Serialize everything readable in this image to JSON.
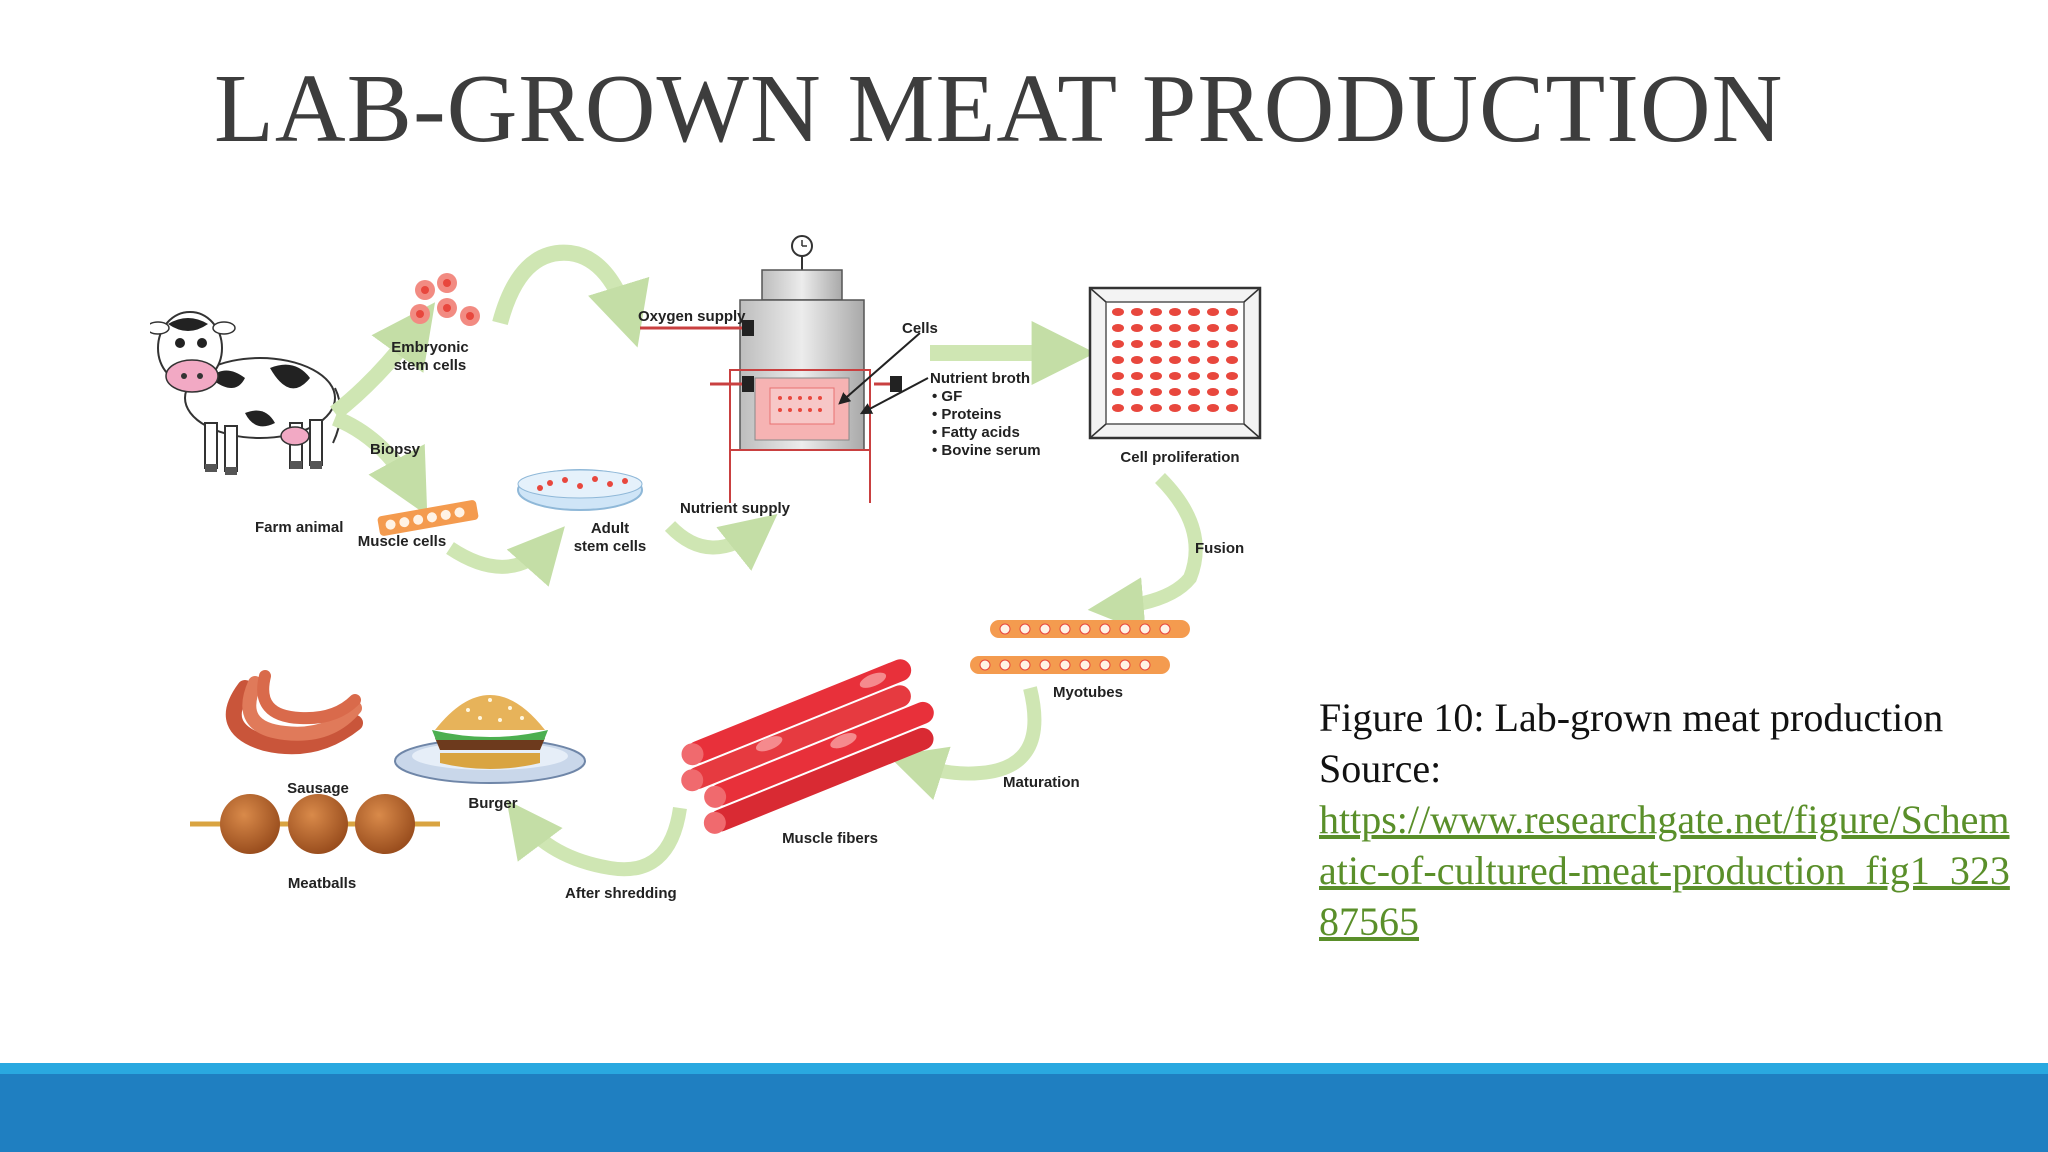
{
  "slide": {
    "title": "LAB-GROWN MEAT PRODUCTION"
  },
  "diagram": {
    "labels": {
      "farm_animal": "Farm animal",
      "biopsy": "Biopsy",
      "embryonic_1": "Embryonic",
      "embryonic_2": "stem cells",
      "muscle_cells": "Muscle cells",
      "adult_1": "Adult",
      "adult_2": "stem cells",
      "oxygen_supply": "Oxygen supply",
      "nutrient_supply": "Nutrient supply",
      "cells": "Cells",
      "nutrient_broth": "Nutrient broth",
      "gf": "• GF",
      "proteins": "• Proteins",
      "fatty_acids": "• Fatty acids",
      "bovine_serum": "• Bovine serum",
      "cell_proliferation": "Cell proliferation",
      "fusion": "Fusion",
      "myotubes": "Myotubes",
      "maturation": "Maturation",
      "muscle_fibers": "Muscle fibers",
      "after_shredding": "After shredding",
      "burger": "Burger",
      "sausage": "Sausage",
      "meatballs": "Meatballs"
    }
  },
  "caption": {
    "figure_line": "Figure 10: Lab-grown meat production",
    "source_label": "Source:",
    "source_url": "https://www.researchgate.net/figure/Schematic-of-cultured-meat-production_fig1_32387565"
  },
  "colors": {
    "footer_light": "#29a8e0",
    "footer_dark": "#1f7fc1",
    "link": "#5a8f2a",
    "arrow": "#cfe6b3",
    "cell_red": "#e8473d"
  }
}
